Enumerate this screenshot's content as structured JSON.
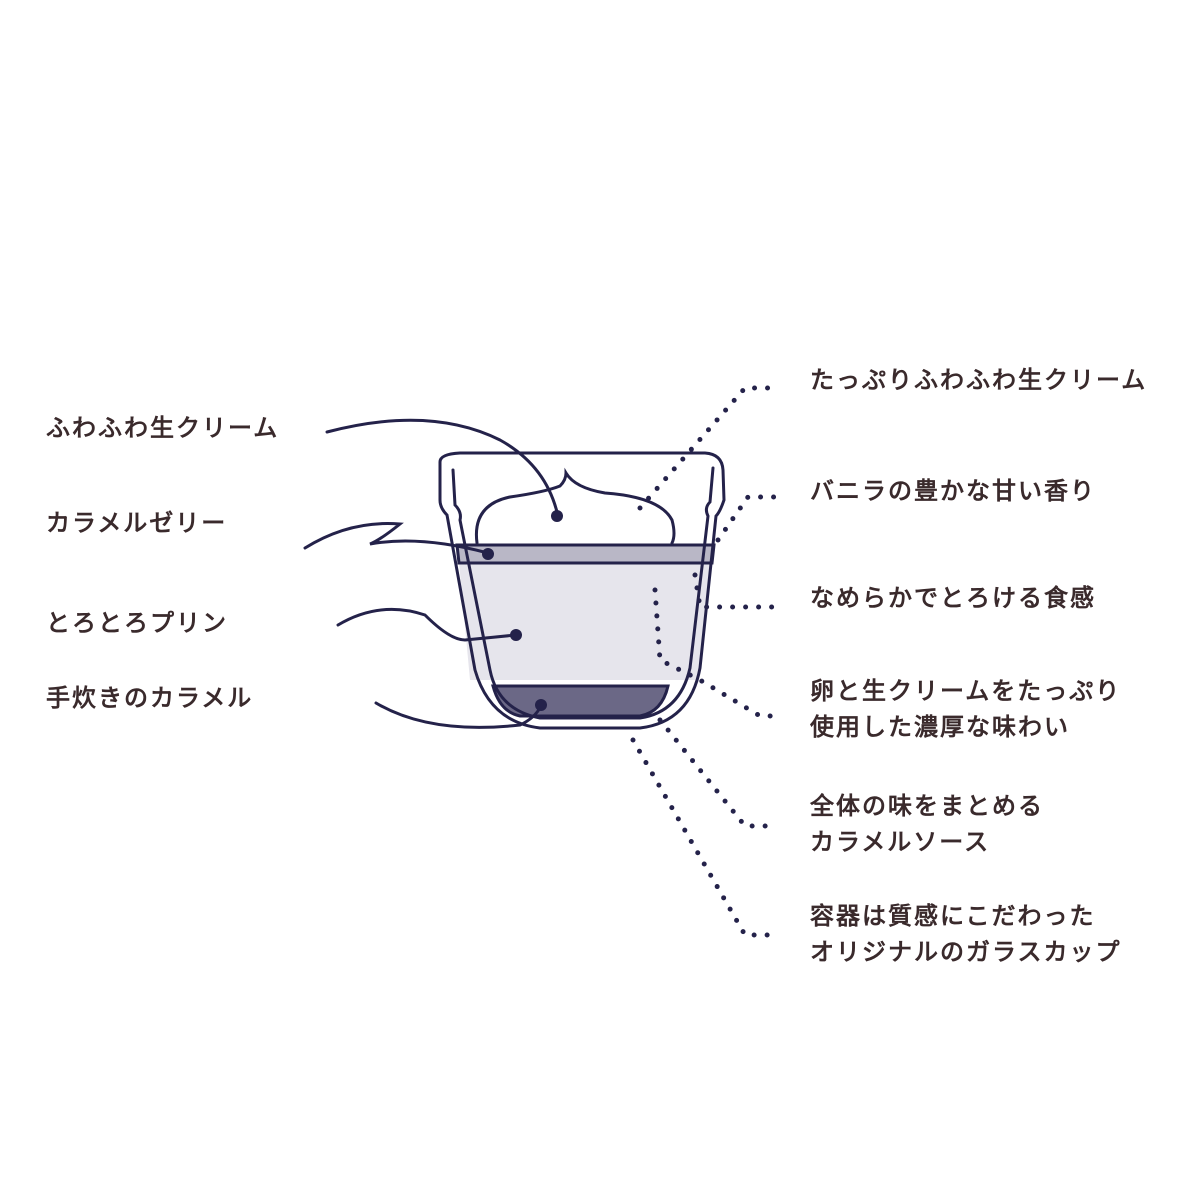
{
  "left_labels": [
    "ふわふわ生クリーム",
    "カラメルゼリー",
    "とろとろプリン",
    "手炊きのカラメル"
  ],
  "right_labels": [
    {
      "line1": "たっぷりふわふわ生クリーム"
    },
    {
      "line1": "バニラの豊かな甘い香り"
    },
    {
      "line1": "なめらかでとろける食感"
    },
    {
      "line1": "卵と生クリームをたっぷり",
      "line2": "使用した濃厚な味わい"
    },
    {
      "line1": "全体の味をまとめる",
      "line2": "カラメルソース"
    },
    {
      "line1": "容器は質感にこだわった",
      "line2": "オリジナルのガラスカップ"
    }
  ],
  "colors": {
    "line": "#24224a",
    "jelly": "#b9b7c6",
    "pudding": "#e6e5ec",
    "caramel": "#6b6886",
    "text": "#3a2a2c"
  }
}
